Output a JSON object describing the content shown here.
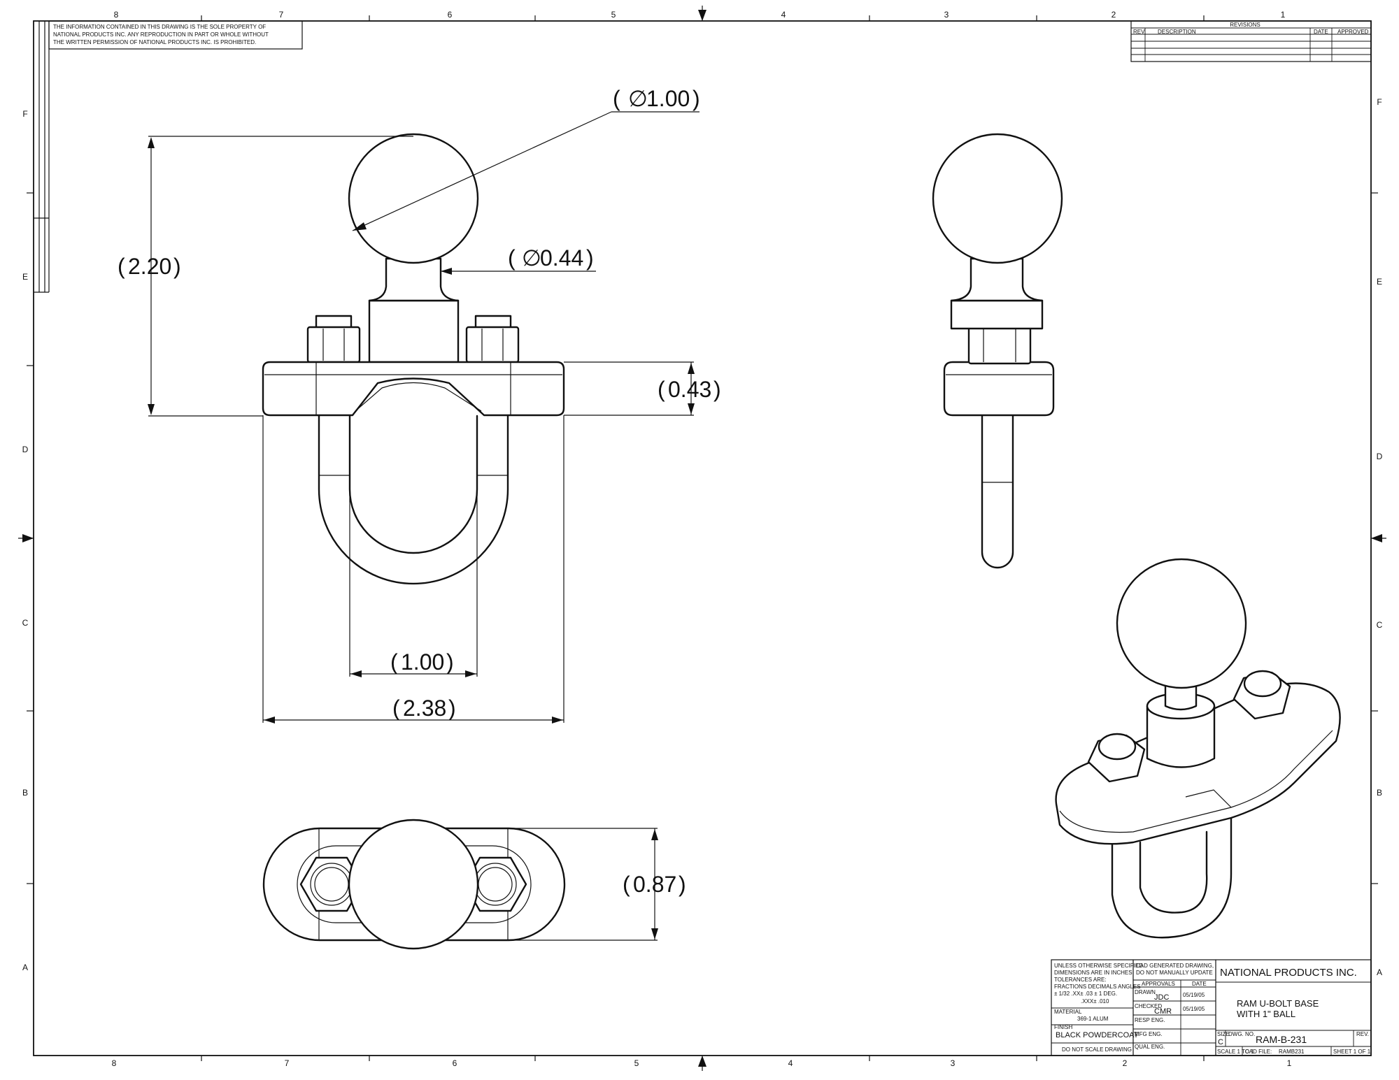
{
  "notice": {
    "lines": [
      "THE INFORMATION CONTAINED IN THIS DRAWING IS THE SOLE PROPERTY OF",
      "NATIONAL PRODUCTS INC. ANY REPRODUCTION IN PART OR WHOLE WITHOUT",
      "THE WRITTEN PERMISSION OF NATIONAL PRODUCTS INC. IS PROHIBITED."
    ]
  },
  "zones": {
    "columns": [
      "8",
      "7",
      "6",
      "5",
      "4",
      "3",
      "2",
      "1"
    ],
    "rows": [
      "F",
      "E",
      "D",
      "C",
      "B",
      "A"
    ]
  },
  "revisions": {
    "title": "REVISIONS",
    "headers": {
      "rev": "REV.",
      "description": "DESCRIPTION",
      "date": "DATE",
      "approved": "APPROVED"
    }
  },
  "dimensions": {
    "ball_diameter": "1.00",
    "neck_diameter": "0.44",
    "overall_height": "2.20",
    "base_thickness": "0.43",
    "ubolt_inner_width": "1.00",
    "base_length": "2.38",
    "base_width": "0.87",
    "diameter_symbol": "∅"
  },
  "title_block": {
    "tolerance_note": [
      "UNLESS OTHERWISE SPECIFIED",
      "DIMENSIONS ARE IN INCHES",
      "TOLERANCES ARE:"
    ],
    "tolerance_heads": "FRACTIONS   DECIMALS   ANGLES",
    "tolerance_vals": "± 1/32    .XX± .03    ± 1 DEG.",
    "tolerance_vals2": ".XXX± .010",
    "material_label": "MATERIAL",
    "material": "369-1 ALUM",
    "finish_label": "FINISH",
    "finish": "BLACK POWDERCOAT",
    "scale_note": "DO NOT SCALE DRAWING",
    "cad_note": [
      "CAD GENERATED DRAWING,",
      "DO NOT MANUALLY UPDATE"
    ],
    "approvals_label": "APPROVALS",
    "date_label": "DATE",
    "drawn_label": "DRAWN",
    "drawn_by": "JDC",
    "drawn_date": "05/19/05",
    "checked_label": "CHECKED",
    "checked_by": "CMR",
    "checked_date": "05/19/05",
    "resp_eng": "RESP ENG.",
    "mfg_eng": "MFG ENG.",
    "qual_eng": "QUAL ENG.",
    "company": "NATIONAL PRODUCTS INC.",
    "title_line1": "RAM U-BOLT BASE",
    "title_line2": "WITH 1\" BALL",
    "size_label": "SIZE",
    "size": "C",
    "dwg_no_label": "DWG. NO.",
    "dwg_no": "RAM-B-231",
    "rev_label": "REV.",
    "scale": "SCALE 1 TO 1",
    "cad_file_label": "CAD FILE:",
    "cad_file": "RAMB231",
    "sheet": "SHEET 1 OF 1"
  }
}
